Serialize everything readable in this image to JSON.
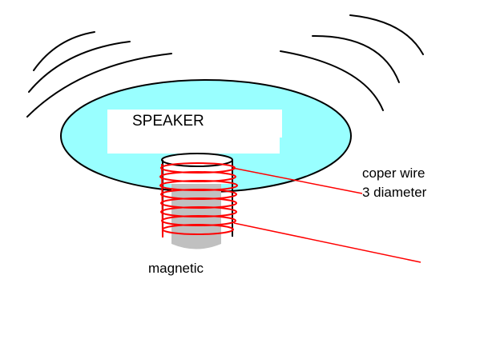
{
  "labels": {
    "speaker": "SPEAKER",
    "wire_line1": "coper wire",
    "wire_line2": "3 diameter",
    "magnet": "magnetic"
  },
  "colors": {
    "background": "#ffffff",
    "cone": "#99ffff",
    "cone_outline": "#000000",
    "label_box": "#ffffff",
    "coil": "#ff0000",
    "magnet": "#c0c0c0",
    "sound_waves": "#000000",
    "text": "#000000"
  }
}
